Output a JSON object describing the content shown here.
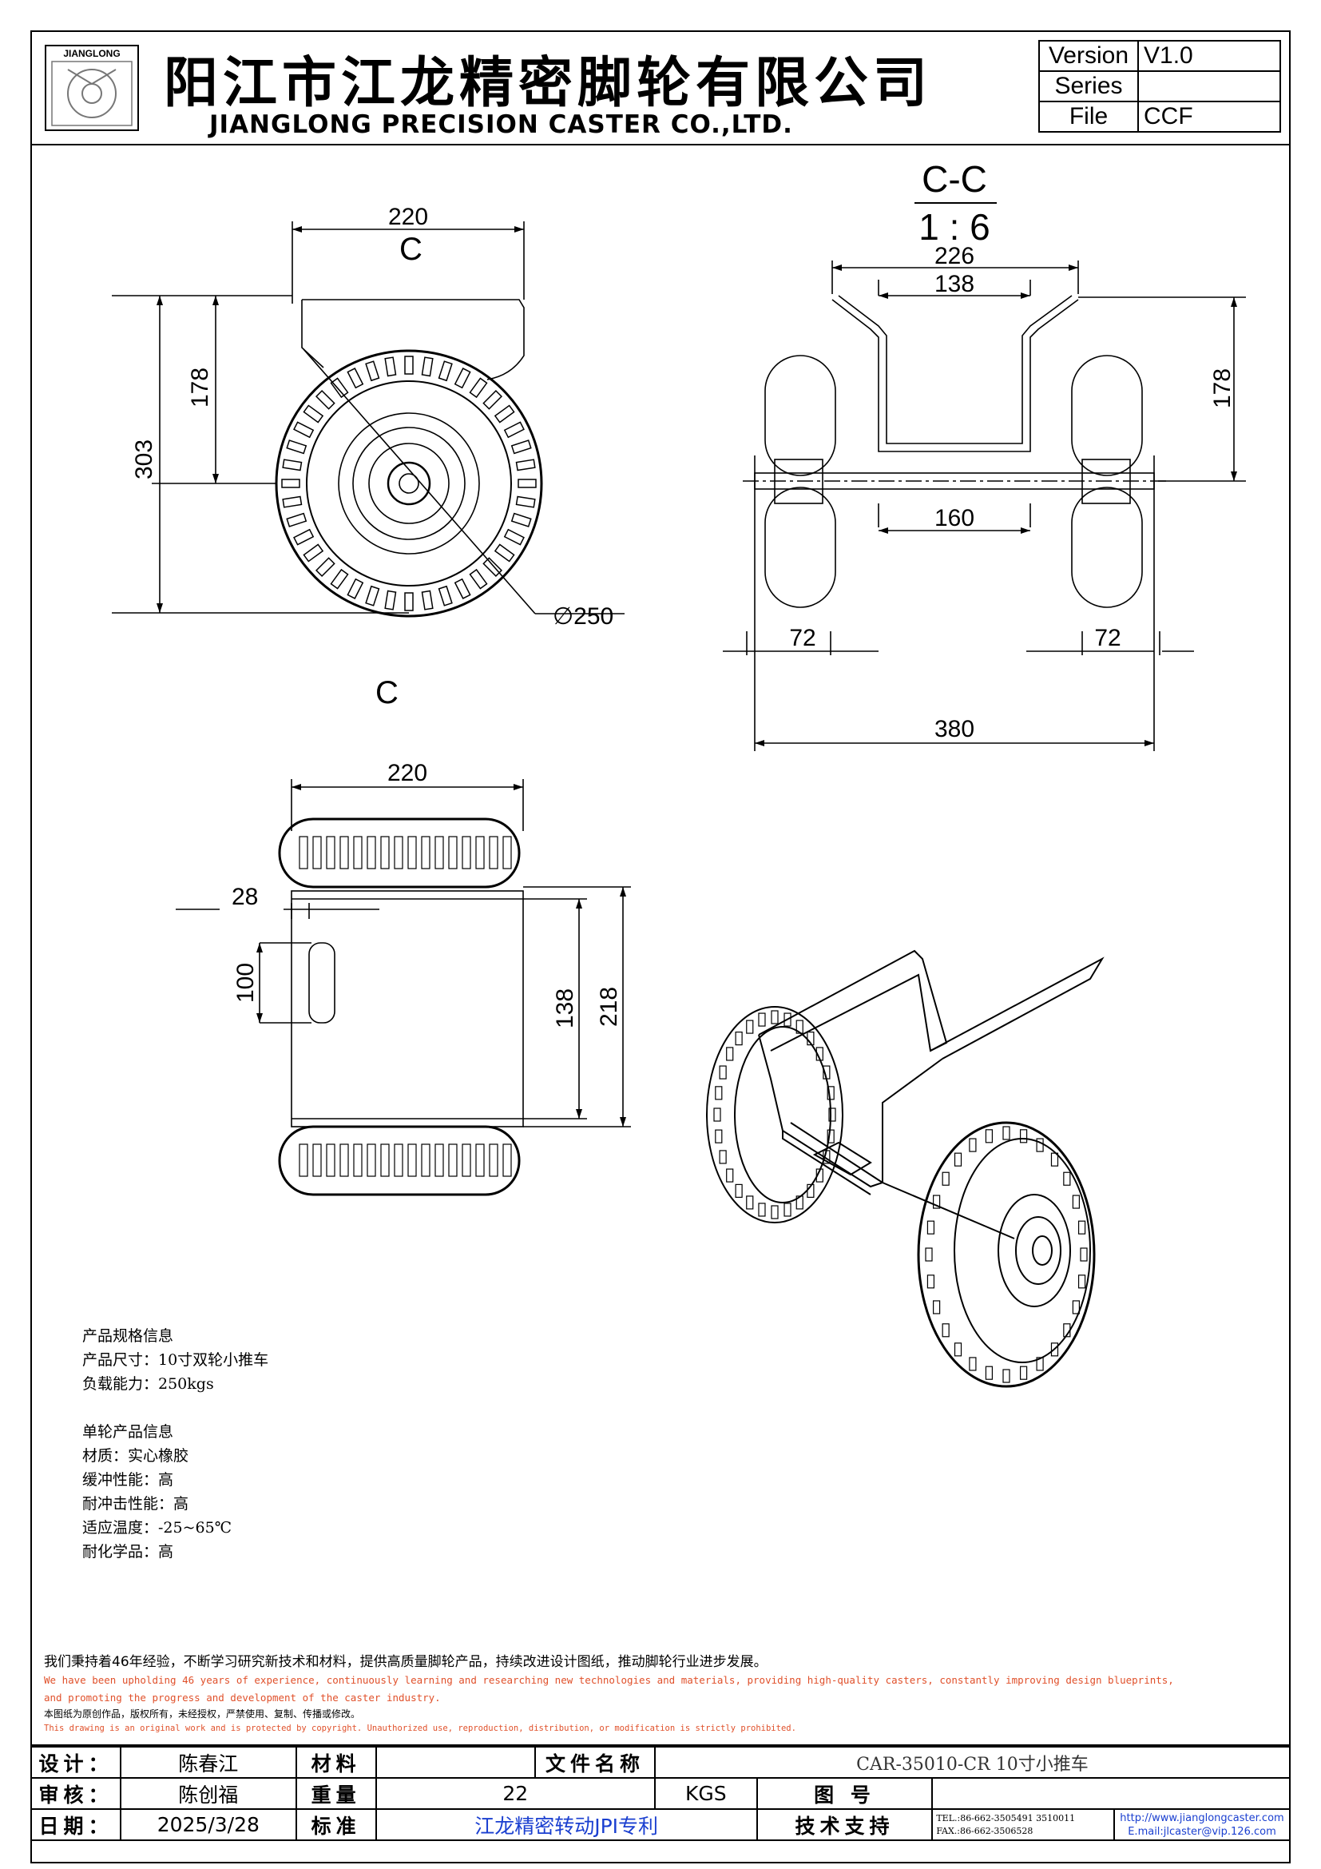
{
  "header": {
    "logo_text": "JIANGLONG",
    "company_cn": "阳江市江龙精密脚轮有限公司",
    "company_en": "JIANGLONG PRECISION CASTER CO.,LTD.",
    "version_table": [
      {
        "key": "Version",
        "value": "V1.0"
      },
      {
        "key": "Series",
        "value": ""
      },
      {
        "key": "File",
        "value": "CCF"
      }
    ]
  },
  "drawing": {
    "section_label": "C-C",
    "scale": "1 : 6",
    "side_view": {
      "width": "220",
      "height": "303",
      "axle_height": "178",
      "diameter": "∅250",
      "section_mark": "C"
    },
    "section_view": {
      "outer_top": "226",
      "inner_top": "138",
      "height": "178",
      "inner_bottom": "160",
      "wheel_left": "72",
      "wheel_right": "72",
      "overall": "380"
    },
    "top_view": {
      "width": "220",
      "slot_offset": "28",
      "slot_length": "100",
      "inner_width": "138",
      "overall_width": "218"
    }
  },
  "specs": {
    "lines_1": [
      "产品规格信息",
      "产品尺寸：10寸双轮小推车",
      "负载能力：250kgs"
    ],
    "lines_2": [
      "单轮产品信息",
      "材质：实心橡胶",
      "缓冲性能：高",
      "耐冲击性能：高",
      "适应温度：-25~65℃",
      "耐化学品：高"
    ]
  },
  "notice": {
    "cn": "我们秉持着46年经验，不断学习研究新技术和材料，提供高质量脚轮产品，持续改进设计图纸，推动脚轮行业进步发展。",
    "en_1": "We have been upholding 46 years of experience, continuously learning and researching new technologies and materials, providing high-quality casters, constantly improving design blueprints,",
    "en_2": "and promoting the progress and development of the caster industry.",
    "cn2": "本图纸为原创作品，版权所有，未经授权，严禁使用、复制、传播或修改。",
    "en2": "This drawing is an original work and is protected by copyright. Unauthorized use, reproduction, distribution, or modification is strictly prohibited."
  },
  "title_block": {
    "design_label": "设计：",
    "designer": "陈春江",
    "material_label": "材料",
    "material": "",
    "file_name_label": "文件名称",
    "file_name": "CAR-35010-CR   10寸小推车",
    "review_label": "审核：",
    "reviewer": "陈创福",
    "weight_label": "重量",
    "weight": "22",
    "weight_unit": "KGS",
    "drawing_label": "图    号",
    "drawing_no": "",
    "date_label": "日期：",
    "date": "2025/3/28",
    "standard_label": "标准",
    "standard": "江龙精密转动JPI专利",
    "support_label": "技术支持",
    "tel": "TEL.:86-662-3505491 3510011",
    "fax": "FAX.:86-662-3506528",
    "web": "http://www.jianglongcaster.com",
    "email": "E.mail:jlcaster@vip.126.com"
  }
}
